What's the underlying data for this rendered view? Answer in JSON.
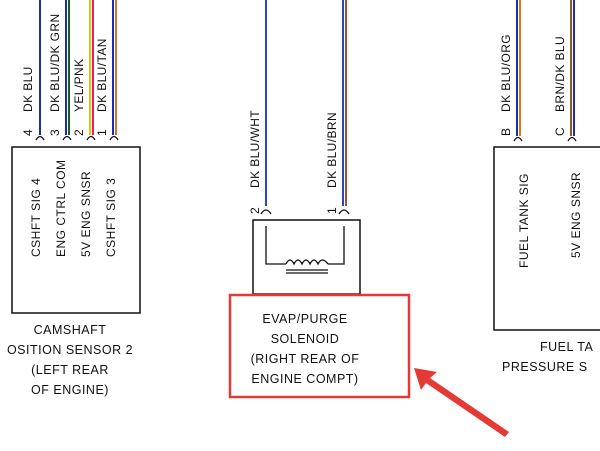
{
  "camshaft_sensor": {
    "wires": [
      {
        "pin": "4",
        "color_label": "DK BLU",
        "color": "#1a2fa8"
      },
      {
        "pin": "3",
        "color_label": "DK BLU/DK GRN",
        "color": "#1b5e20"
      },
      {
        "pin": "2",
        "color_label": "YEL/PNK",
        "color": "#e8c300"
      },
      {
        "pin": "1",
        "color_label": "DK BLU/TAN",
        "color": "#c87a2e"
      }
    ],
    "pins": [
      {
        "signal": "CSHFT SIG 4"
      },
      {
        "signal": "ENG CTRL COM"
      },
      {
        "signal": "5V ENG SNSR"
      },
      {
        "signal": "CSHFT SIG 3"
      }
    ],
    "caption": [
      "CAMSHAFT",
      "OSITION SENSOR 2",
      "(LEFT REAR",
      "OF ENGINE)"
    ]
  },
  "evap_solenoid": {
    "wires": [
      {
        "pin": "2",
        "color_label": "DK BLU/WHT",
        "color": "#2b47c9"
      },
      {
        "pin": "1",
        "color_label": "DK BLU/BRN",
        "color": "#a0522d"
      }
    ],
    "caption": [
      "EVAP/PURGE",
      "SOLENOID",
      "(RIGHT REAR OF",
      "ENGINE COMPT)"
    ]
  },
  "fuel_tank_sensor": {
    "wires": [
      {
        "pin": "B",
        "color_label": "DK BLU/ORG",
        "color": "#e07a00"
      },
      {
        "pin": "C",
        "color_label": "BRN/DK BLU",
        "color": "#8b5a2b"
      }
    ],
    "pins": [
      {
        "signal": "FUEL TANK SIG"
      },
      {
        "signal": "5V ENG SNSR"
      }
    ],
    "caption": [
      "FUEL TA",
      "PRESSURE S"
    ]
  },
  "highlight_color": "#e53935"
}
